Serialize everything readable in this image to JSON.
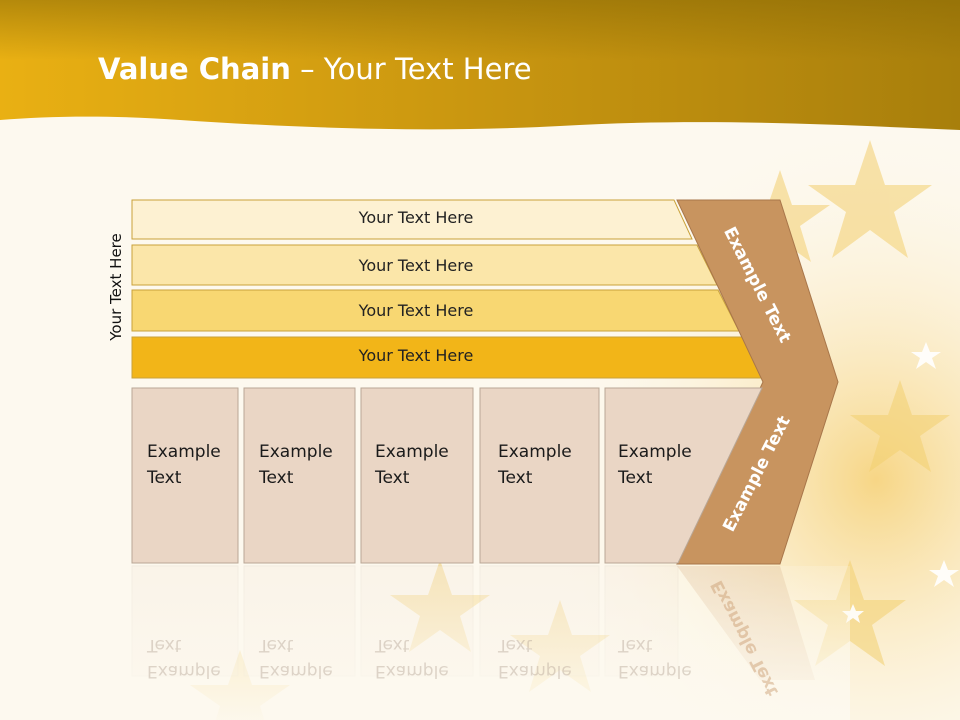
{
  "slide": {
    "title_bold": "Value Chain",
    "title_rest": " – Your Text Here",
    "vertical_label": "Your Text Here"
  },
  "bars": [
    {
      "label": "Your Text Here",
      "color": "#fdf1d2"
    },
    {
      "label": "Your Text Here",
      "color": "#fbe6a9"
    },
    {
      "label": "Your Text Here",
      "color": "#f8d772"
    },
    {
      "label": "Your Text Here",
      "color": "#f2b518"
    }
  ],
  "boxes": [
    {
      "line1": "Example",
      "line2": "Text"
    },
    {
      "line1": "Example",
      "line2": "Text"
    },
    {
      "line1": "Example",
      "line2": "Text"
    },
    {
      "line1": "Example",
      "line2": "Text"
    },
    {
      "line1": "Example",
      "line2": "Text"
    }
  ],
  "arrow": {
    "top_label": "Example Text",
    "bottom_label": "Example Text",
    "color": "#c8945f"
  },
  "colors": {
    "header": "#d4a10f",
    "box_fill": "#ead6c5",
    "box_stroke": "#b9a796"
  }
}
